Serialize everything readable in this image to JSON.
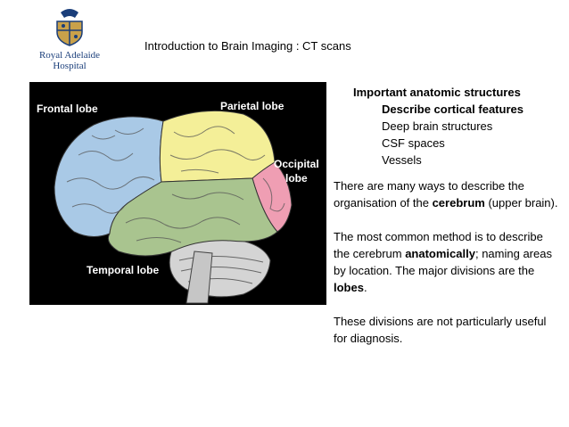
{
  "logo": {
    "line1": "Royal Adelaide",
    "line2": "Hospital",
    "colors": {
      "crest": "#1a3e7a",
      "shield": "#c9a14a"
    }
  },
  "slide": {
    "title": "Introduction to Brain Imaging : CT scans"
  },
  "figure": {
    "labels": {
      "frontal": "Frontal lobe",
      "parietal": "Parietal lobe",
      "occipital_line1": "Occipital",
      "occipital_line2": "lobe",
      "temporal": "Temporal lobe"
    },
    "colors": {
      "background": "#000000",
      "frontal": "#a9c9e6",
      "parietal": "#f4ef98",
      "occipital": "#ef9eb3",
      "temporal": "#a9c48f",
      "cerebellum": "#d4d4d4"
    }
  },
  "text": {
    "bullet1": "Important anatomic structures",
    "sub": [
      "Describe cortical features",
      "Deep brain structures",
      "CSF spaces",
      "Vessels"
    ],
    "p1_a": "There are many ways to describe the organisation of the ",
    "p1_b": "cerebrum",
    "p1_c": " (upper brain).",
    "p2_a": "The most common method is to describe the cerebrum ",
    "p2_b": "anatomically",
    "p2_c": "; naming areas by location. The major divisions are the ",
    "p2_d": "lobes",
    "p2_e": ".",
    "p3": "These divisions are not particularly useful for diagnosis."
  }
}
